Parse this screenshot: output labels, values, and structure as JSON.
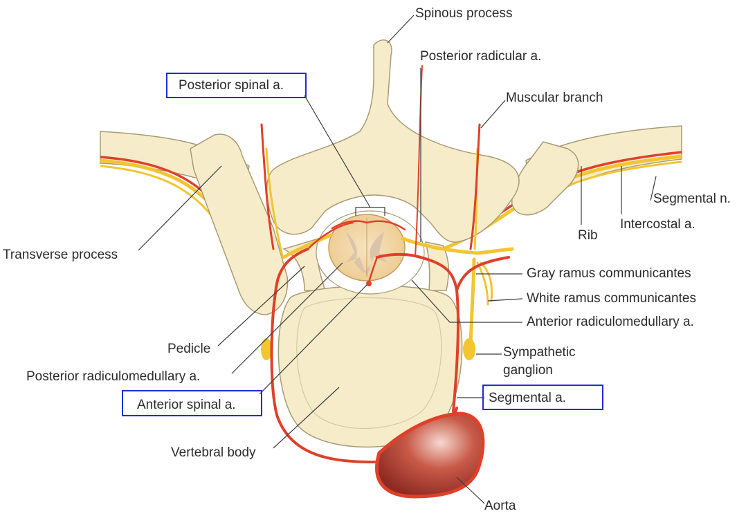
{
  "labels": {
    "spinous_process": "Spinous process",
    "posterior_radicular": "Posterior radicular a.",
    "posterior_spinal": "Posterior spinal a.",
    "muscular_branch": "Muscular branch",
    "segmental_n": "Segmental n.",
    "intercostal": "Intercostal a.",
    "rib": "Rib",
    "transverse_process": "Transverse process",
    "gray_ramus": "Gray ramus communicantes",
    "white_ramus": "White ramus communicantes",
    "anterior_radiculomedullary": "Anterior radiculomedullary a.",
    "pedicle": "Pedicle",
    "sympathetic_ganglion_1": "Sympathetic",
    "sympathetic_ganglion_2": "ganglion",
    "posterior_radiculomedullary": "Posterior radiculomedullary a.",
    "anterior_spinal": "Anterior spinal a.",
    "segmental_a": "Segmental a.",
    "vertebral_body": "Vertebral body",
    "aorta": "Aorta"
  },
  "highlighted": [
    "Posterior spinal a.",
    "Anterior spinal a.",
    "Segmental a."
  ],
  "colors": {
    "bone": "#f7ecc9",
    "bone_outline": "#a89a75",
    "artery": "#e0402a",
    "nerve": "#f2c531",
    "aorta": "#b83a2e",
    "highlight_box": "#1f2bd6",
    "leader": "#3a3a3a"
  }
}
